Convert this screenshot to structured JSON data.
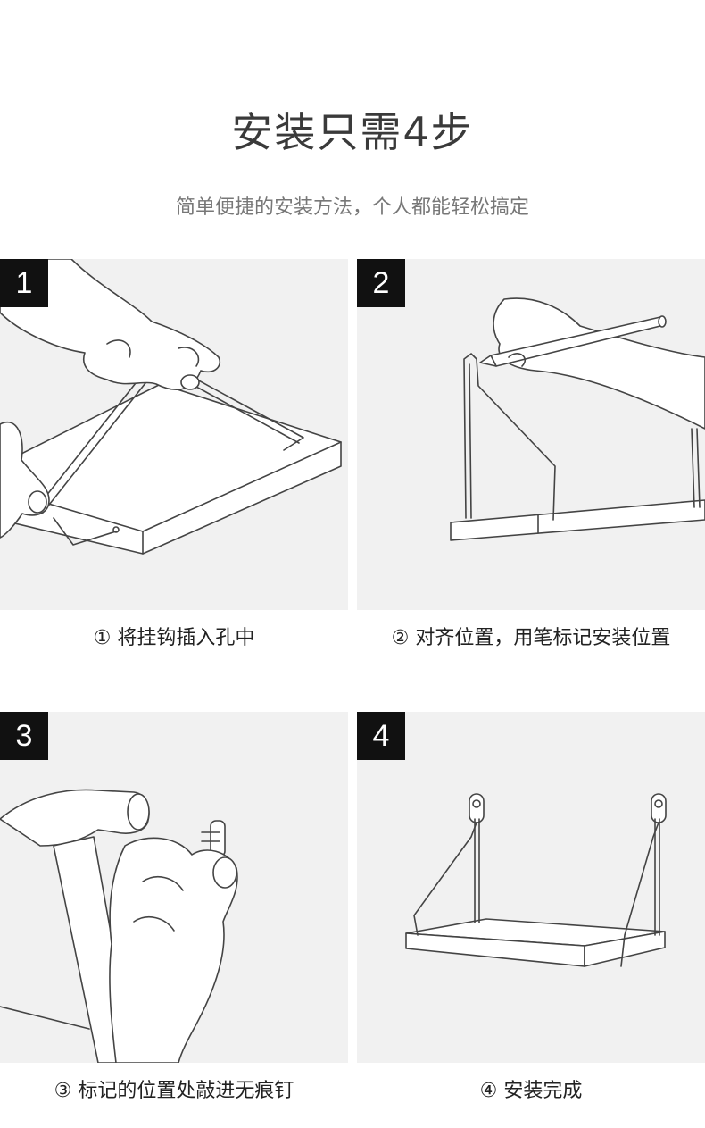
{
  "header": {
    "title": "安装只需4步",
    "subtitle": "简单便捷的安装方法，个人都能轻松搞定"
  },
  "steps": [
    {
      "number": "1",
      "caption": "① 将挂钩插入孔中"
    },
    {
      "number": "2",
      "caption": "② 对齐位置，用笔标记安装位置"
    },
    {
      "number": "3",
      "caption": "③ 标记的位置处敲进无痕钉"
    },
    {
      "number": "4",
      "caption": "④ 安装完成"
    }
  ]
}
